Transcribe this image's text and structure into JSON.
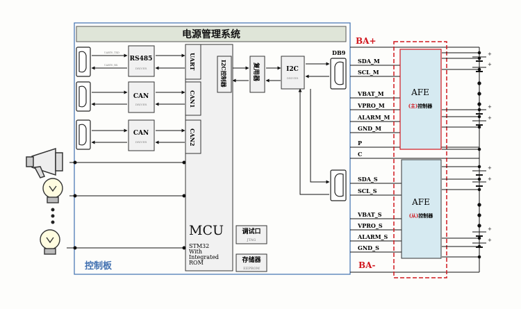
{
  "title": "电源管理系统",
  "control_board_label": "控制板",
  "rs485": {
    "label": "RS485",
    "sub": "DRIVER",
    "tx": "UART0_TXD",
    "rx": "UART0_RX"
  },
  "can1": {
    "label": "CAN",
    "sub": "DRIVER"
  },
  "can2": {
    "label": "CAN",
    "sub": "DRIVER"
  },
  "mcu": {
    "uart": "UART",
    "can1": "CAN1",
    "can2": "CAN2",
    "i2c_ctrl": "I2C控制器",
    "title": "MCU",
    "subtitle_lines": [
      "STM32",
      "With",
      "Integrated",
      "ROM"
    ]
  },
  "mux_label": "复用器",
  "i2c": {
    "label": "I2C",
    "sub": "DRIVER"
  },
  "db9": "DB9",
  "debug": {
    "label": "调试口",
    "sub": "JTAG"
  },
  "storage": {
    "label": "存储器",
    "sub": "EEPROM"
  },
  "ba_plus": "BA+",
  "ba_minus": "BA-",
  "signals_master": [
    "SDA_M",
    "SCL_M",
    "VBAT_M",
    "VPRO_M",
    "ALARM_M",
    "GND_M"
  ],
  "signals_common": [
    "P",
    "C"
  ],
  "signals_slave": [
    "SDA_S",
    "SCL_S",
    "VBAT_S",
    "VPRO_S",
    "ALARM_S",
    "GND_S"
  ],
  "afe_master": {
    "label": "AFE",
    "prefix": "(主)",
    "suffix": "控制器"
  },
  "afe_slave": {
    "label": "AFE",
    "prefix": "(从)",
    "suffix": "控制器"
  },
  "colors": {
    "blue": "#3f6fb0",
    "red": "#d0161d",
    "afe_fill": "#d6eaf1",
    "title_fill": "#dfe5d8",
    "box_fill": "#f1f1f1"
  }
}
